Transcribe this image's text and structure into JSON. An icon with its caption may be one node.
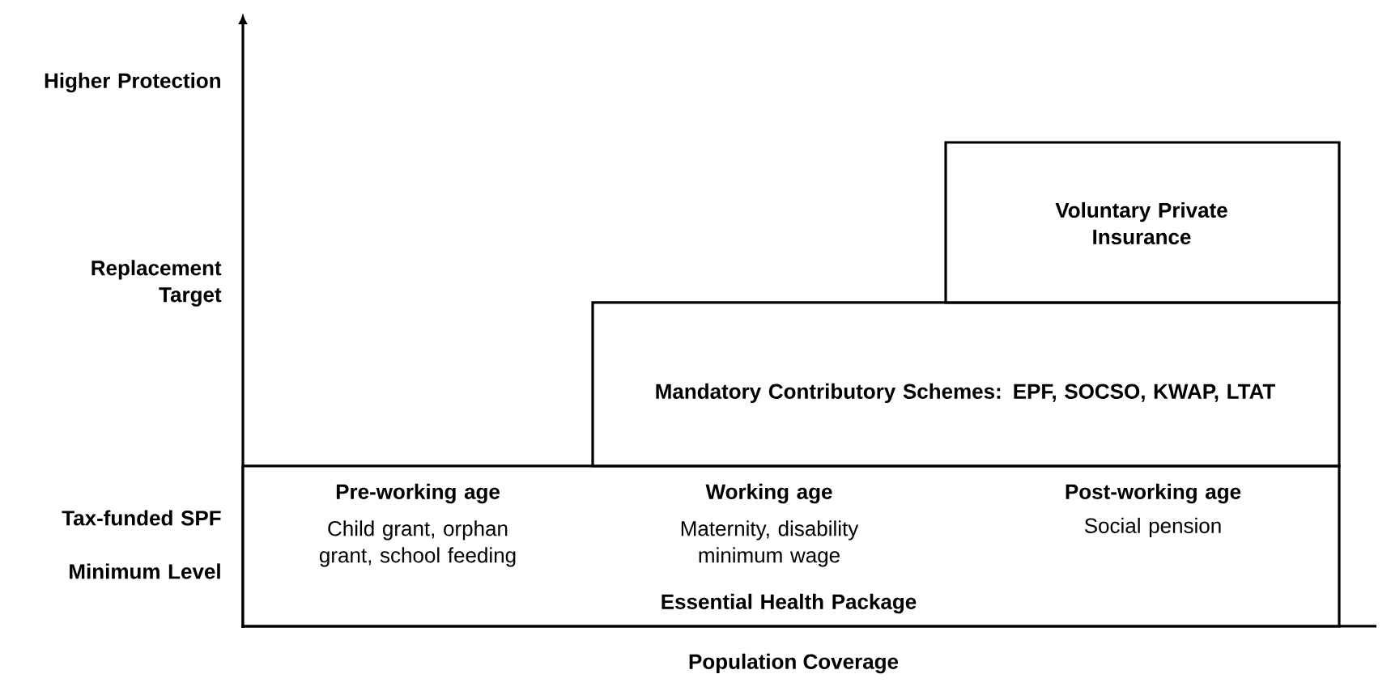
{
  "diagram": {
    "nodes": [
      {
        "text": [
          "Pre-working age",
          "Child grant, orphan grant, school feeding",
          "Working age",
          "Maternity, disability minimum wage",
          "Post-working age",
          "Social pension",
          "Essential Health Package"
        ]
      },
      {
        "text": [
          "Mandatory Contributory Schemes: EPF, SOCSO, KWAP, LTAT"
        ]
      },
      {
        "text": [
          "Voluntary Private Insurance"
        ]
      }
    ],
    "labels": [
      "Higher Protection",
      "Replacement Target",
      "Tax-funded SPF",
      "Minimum Level",
      "Population Coverage"
    ]
  }
}
